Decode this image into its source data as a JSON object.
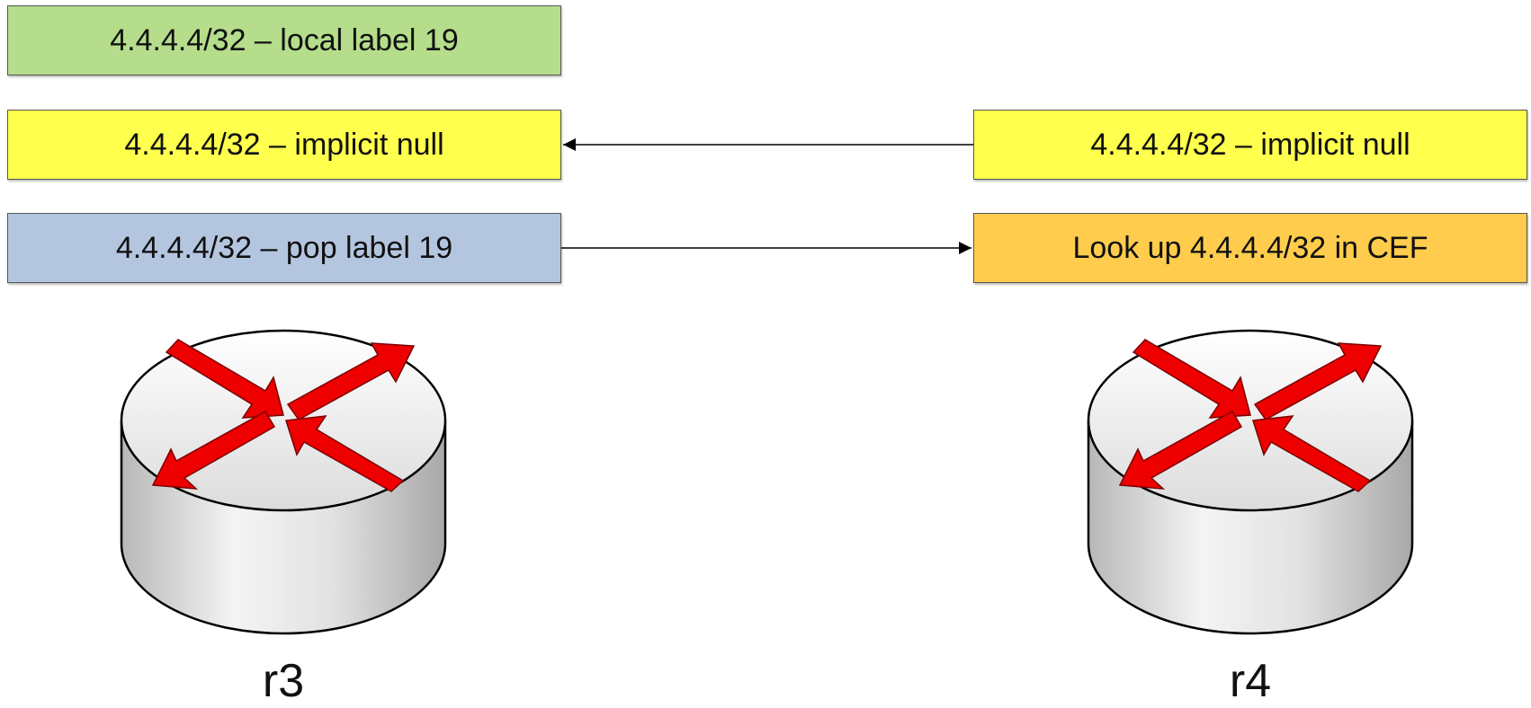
{
  "boxes": {
    "r3_local_label": "4.4.4.4/32 – local label 19",
    "r3_implicit_null": "4.4.4.4/32 – implicit null",
    "r3_pop_label": "4.4.4.4/32 – pop label 19",
    "r4_implicit_null": "4.4.4.4/32 – implicit null",
    "r4_cef_lookup": "Look up 4.4.4.4/32 in CEF"
  },
  "routers": {
    "r3": "r3",
    "r4": "r4"
  },
  "colors": {
    "green": "#b5dd8b",
    "yellow": "#ffff4d",
    "blue": "#b4c6df",
    "orange": "#ffcc4d",
    "arrow_red": "#ee0000"
  }
}
